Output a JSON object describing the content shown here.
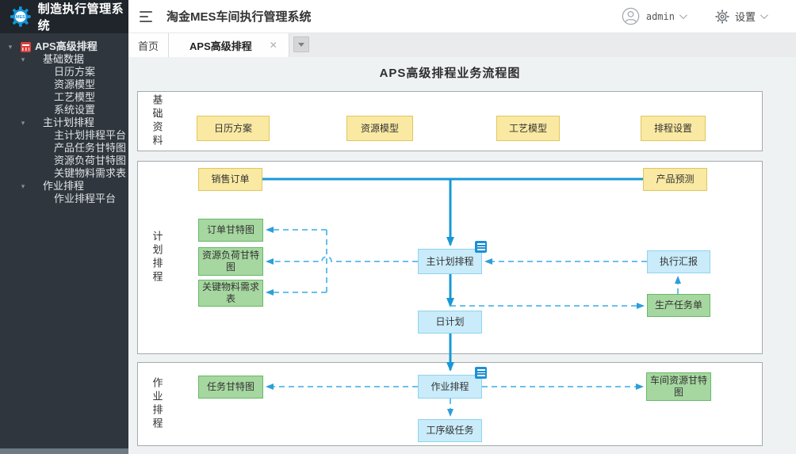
{
  "brand": {
    "logo_text": "MES",
    "title": "制造执行管理系统"
  },
  "header": {
    "app_title": "淘金MES车间执行管理系统",
    "user_name": "admin",
    "settings_label": "设置"
  },
  "tabs": [
    {
      "label": "首页"
    },
    {
      "label": "APS高级排程",
      "close": "✕",
      "active": true
    }
  ],
  "sidebar": {
    "tree": [
      {
        "level": 1,
        "label": "APS高级排程"
      },
      {
        "level": 2,
        "label": "基础数据"
      },
      {
        "level": 3,
        "label": "日历方案"
      },
      {
        "level": 3,
        "label": "资源模型"
      },
      {
        "level": 3,
        "label": "工艺模型"
      },
      {
        "level": 3,
        "label": "系统设置"
      },
      {
        "level": 2,
        "label": "主计划排程"
      },
      {
        "level": 3,
        "label": "主计划排程平台"
      },
      {
        "level": 3,
        "label": "产品任务甘特图"
      },
      {
        "level": 3,
        "label": "资源负荷甘特图"
      },
      {
        "level": 3,
        "label": "关键物料需求表"
      },
      {
        "level": 2,
        "label": "作业排程"
      },
      {
        "level": 3,
        "label": "作业排程平台"
      }
    ]
  },
  "diagram": {
    "title": "APS高级排程业务流程图",
    "sections": [
      {
        "label": "基础资料"
      },
      {
        "label": "计划排程"
      },
      {
        "label": "作业排程"
      }
    ],
    "nodes": [
      {
        "label": "日历方案",
        "type": "yellow"
      },
      {
        "label": "资源模型",
        "type": "yellow"
      },
      {
        "label": "工艺模型",
        "type": "yellow"
      },
      {
        "label": "排程设置",
        "type": "yellow"
      },
      {
        "label": "销售订单",
        "type": "yellow"
      },
      {
        "label": "产品预测",
        "type": "yellow"
      },
      {
        "label": "订单甘特图",
        "type": "green"
      },
      {
        "label": "资源负荷甘特图",
        "type": "green"
      },
      {
        "label": "关键物料需求表",
        "type": "green"
      },
      {
        "label": "主计划排程",
        "type": "blue"
      },
      {
        "label": "执行汇报",
        "type": "blue"
      },
      {
        "label": "生产任务单",
        "type": "green"
      },
      {
        "label": "日计划",
        "type": "blue"
      },
      {
        "label": "任务甘特图",
        "type": "green"
      },
      {
        "label": "作业排程",
        "type": "blue"
      },
      {
        "label": "车间资源甘特图",
        "type": "green"
      },
      {
        "label": "工序级任务",
        "type": "blue"
      }
    ],
    "colors": {
      "solid_arrow": "#1898D5",
      "dashed_arrow": "#55B7E9",
      "yellow_fill": "#FAE9A2",
      "yellow_border": "#E0C65E",
      "green_fill": "#A6D7A0",
      "green_border": "#66B966",
      "blue_fill": "#C9EBFA",
      "blue_border": "#8FD3F0"
    }
  }
}
